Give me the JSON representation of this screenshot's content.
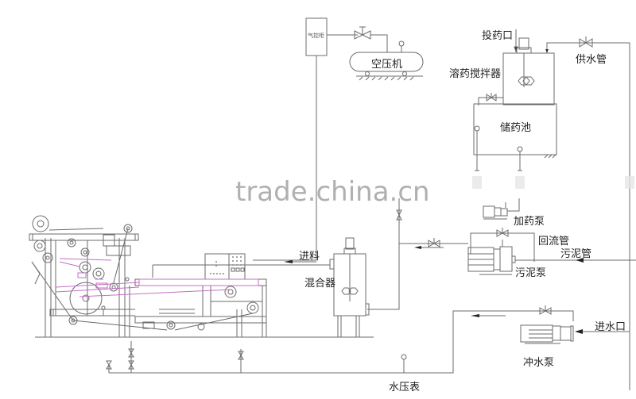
{
  "diagram": {
    "title": "带式压滤机工艺流程图",
    "components": {
      "air_control_cabinet": "气控柜",
      "air_compressor": "空压机",
      "dosing_port": "投药口",
      "dissolving_mixer": "溶药搅拌器",
      "water_supply_pipe": "供水管",
      "storage_tank": "储药池",
      "dosing_pump": "加药泵",
      "return_pipe": "回流管",
      "sludge_pipe": "污泥管",
      "sludge_pump": "污泥泵",
      "feed": "进料",
      "mixer": "混合器",
      "water_inlet": "进水口",
      "flush_pump": "冲水泵",
      "water_pressure_gauge": "水压表"
    },
    "watermark": "trade.china.cn"
  },
  "colors": {
    "line": "#6b6b6b",
    "dark": "#333333",
    "belt": "#c46fc4"
  }
}
